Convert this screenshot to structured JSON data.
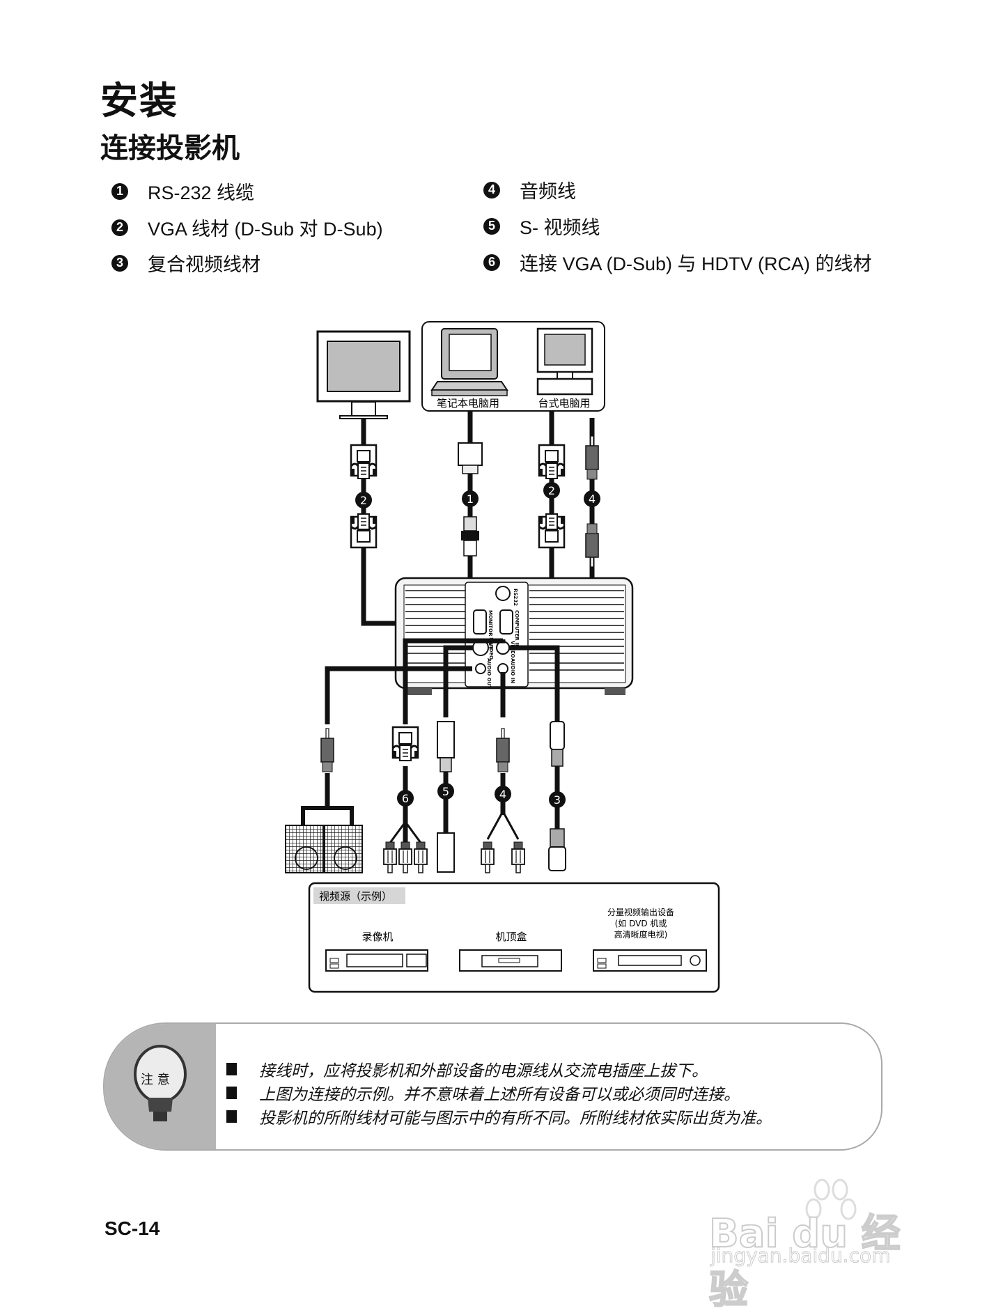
{
  "page": {
    "title": "安装",
    "subtitle": "连接投影机",
    "page_number": "SC-14"
  },
  "cable_legend": [
    {
      "num": "1",
      "label": "RS-232 线缆"
    },
    {
      "num": "2",
      "label": "VGA 线材 (D-Sub 对 D-Sub)"
    },
    {
      "num": "3",
      "label": "复合视频线材"
    },
    {
      "num": "4",
      "label": "音频线"
    },
    {
      "num": "5",
      "label": "S- 视频线"
    },
    {
      "num": "6",
      "label": "连接 VGA (D-Sub) 与 HDTV (RCA) 的线材"
    }
  ],
  "diagram": {
    "computers": {
      "notebook": "笔记本电脑用",
      "desktop": "台式电脑用"
    },
    "ports": {
      "rs232": "RS232",
      "monitor_out": "MONITOR OUT",
      "computer_in": "COMPUTER IN",
      "s_video": "S-VIDEO",
      "video": "VIDEO",
      "audio_out": "AUDIO OUT",
      "audio_in": "AUDIO IN"
    },
    "cable_markers": {
      "monitor_vga": "2",
      "rs232": "1",
      "desktop_vga": "2",
      "audio_in": "4",
      "vga_rca": "6",
      "svideo": "5",
      "audio_rca": "4",
      "composite": "3"
    },
    "sources": {
      "title": "视频源（示例）",
      "vcr": "录像机",
      "stb": "机顶盒",
      "component_line1": "分量视频输出设备",
      "component_line2": "(如 DVD 机或",
      "component_line3": "高清晰度电视)"
    }
  },
  "note": {
    "badge": "注 意",
    "items": [
      "接线时，应将投影机和外部设备的电源线从交流电插座上拔下。",
      "上图为连接的示例。并不意味着上述所有设备可以或必须同时连接。",
      "投影机的所附线材可能与图示中的有所不同。所附线材依实际出货为准。"
    ]
  },
  "watermark": {
    "brand": "Bai du 经验",
    "url": "jingyan.baidu.com"
  }
}
